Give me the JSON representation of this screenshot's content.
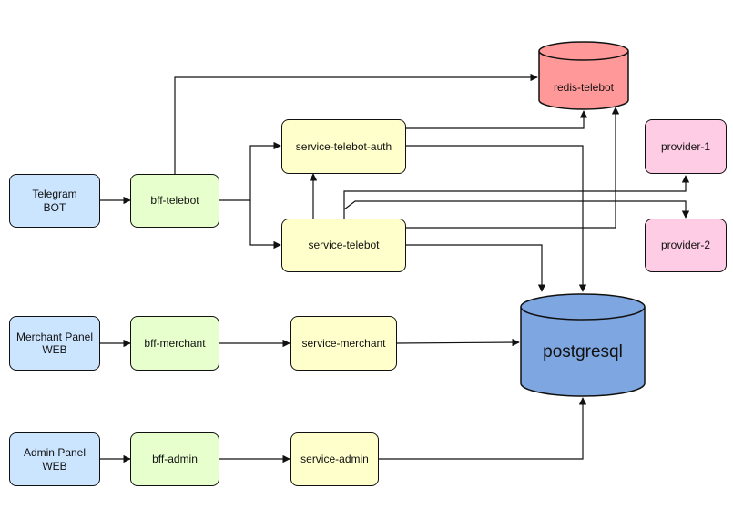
{
  "nodes": {
    "telegram_bot": "Telegram\nBOT",
    "merchant_panel": "Merchant Panel\nWEB",
    "admin_panel": "Admin Panel\nWEB",
    "bff_telebot": "bff-telebot",
    "bff_merchant": "bff-merchant",
    "bff_admin": "bff-admin",
    "service_telebot_auth": "service-telebot-auth",
    "service_telebot": "service-telebot",
    "service_merchant": "service-merchant",
    "service_admin": "service-admin",
    "redis": "redis-telebot",
    "postgres": "postgresql",
    "provider_1": "provider-1",
    "provider_2": "provider-2"
  },
  "colors": {
    "client": "#cce5ff",
    "bff": "#e6ffcc",
    "service": "#ffffcc",
    "provider": "#ffcce6",
    "redis": "#ff9999",
    "postgres": "#7ea6e0",
    "line": "#111111"
  }
}
